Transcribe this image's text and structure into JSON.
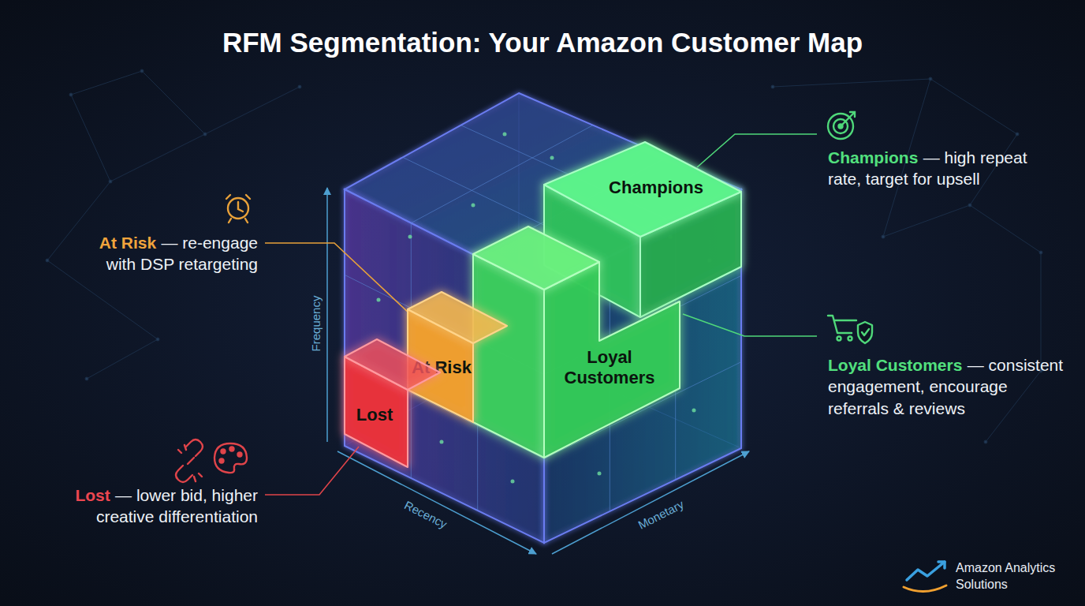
{
  "diagram": {
    "title": "RFM Segmentation: Your Amazon Customer Map",
    "nodes": [
      {
        "text": [
          "Champions"
        ]
      },
      {
        "text": [
          "Loyal Customers"
        ]
      },
      {
        "text": [
          "At Risk"
        ]
      },
      {
        "text": [
          "Lost"
        ]
      }
    ],
    "labels": [
      "At Risk",
      "— re-engage with DSP retargeting",
      "Champions",
      "— high repeat rate, target for upsell",
      "Loyal Customers",
      "— consistent engagement, encourage referrals & reviews",
      "Lost",
      "— lower bid, higher creative differentiation",
      "Frequency",
      "Recency",
      "Monetary",
      "Amazon Analytics Solutions"
    ]
  }
}
